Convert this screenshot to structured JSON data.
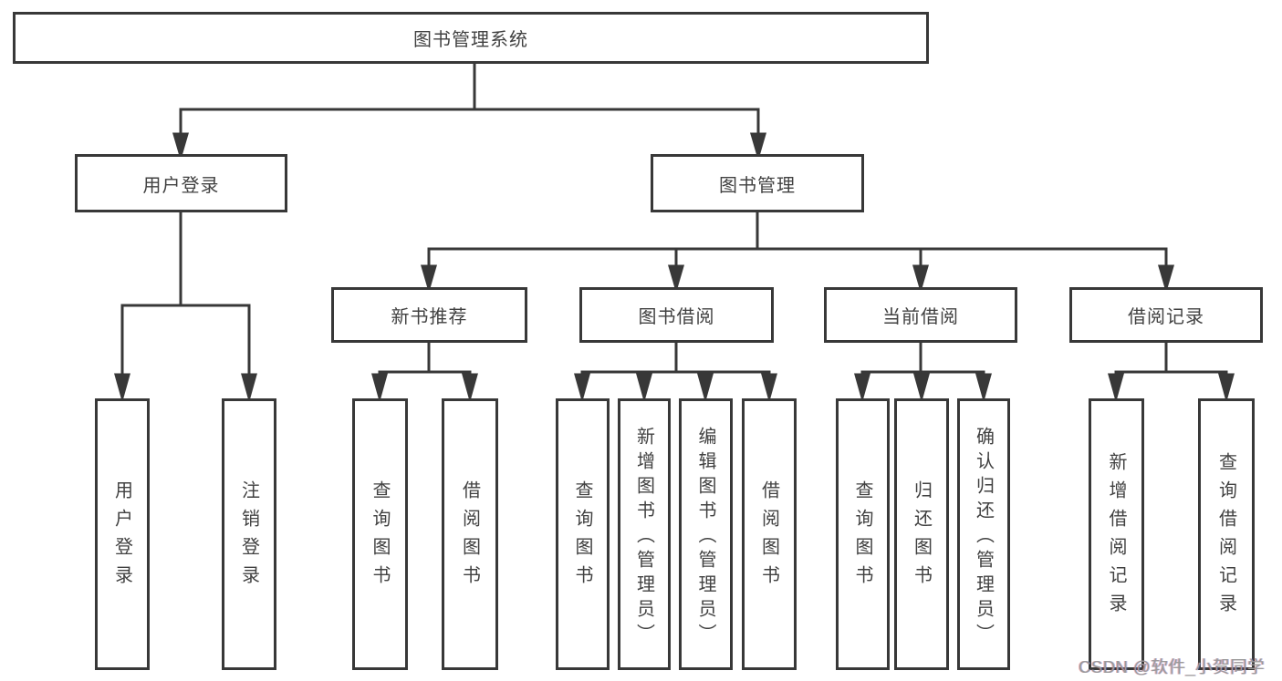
{
  "tree": {
    "root": {
      "label": "图书管理系统",
      "children": [
        {
          "label": "用户登录",
          "children": [
            {
              "label": "用户登录"
            },
            {
              "label": "注销登录"
            }
          ]
        },
        {
          "label": "图书管理",
          "children": [
            {
              "label": "新书推荐",
              "children": [
                {
                  "label": "查询图书"
                },
                {
                  "label": "借阅图书"
                }
              ]
            },
            {
              "label": "图书借阅",
              "children": [
                {
                  "label": "查询图书"
                },
                {
                  "label": "新增图书（管理员）"
                },
                {
                  "label": "编辑图书（管理员）"
                },
                {
                  "label": "借阅图书"
                }
              ]
            },
            {
              "label": "当前借阅",
              "children": [
                {
                  "label": "查询图书"
                },
                {
                  "label": "归还图书"
                },
                {
                  "label": "确认归还（管理员）"
                }
              ]
            },
            {
              "label": "借阅记录",
              "children": [
                {
                  "label": "新增借阅记录"
                },
                {
                  "label": "查询借阅记录"
                }
              ]
            }
          ]
        }
      ]
    }
  },
  "watermark": {
    "text": "CSDN @软件_小贺同学"
  },
  "colors": {
    "line": "#383838",
    "box_border": "#383838",
    "text": "#414141",
    "watermark": "#9a9a9a",
    "background": "#ffffff"
  }
}
